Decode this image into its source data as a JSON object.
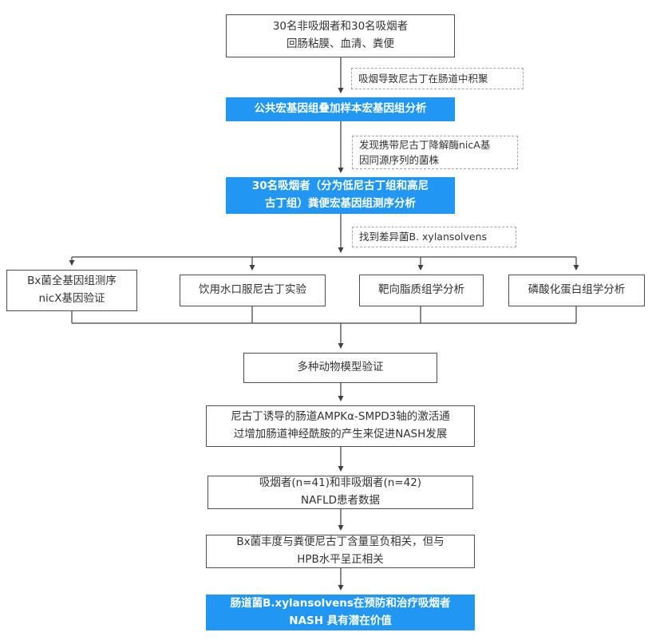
{
  "boxes": {
    "samples": {
      "lines": [
        "30名非吸烟者和30名吸烟者",
        "回肠粘膜、血清、粪便"
      ]
    },
    "public_metagenome": {
      "lines": [
        "公共宏基因组叠加样本宏基因组分析"
      ]
    },
    "smokers_sequencing": {
      "lines": [
        "30名吸烟者（分为低尼古丁组和高尼",
        "古丁组）粪便宏基因组测序分析"
      ]
    },
    "bx_genome": {
      "lines": [
        "Bx菌全基因组测序",
        "nicX基因验证"
      ]
    },
    "nicotine_water": {
      "lines": [
        "饮用水口服尼古丁实验"
      ]
    },
    "lipidomics": {
      "lines": [
        "靶向脂质组学分析"
      ]
    },
    "phosphoproteomics": {
      "lines": [
        "磷酸化蛋白组学分析"
      ]
    },
    "animal_models": {
      "lines": [
        "多种动物模型验证"
      ]
    },
    "mechanism": {
      "lines": [
        "尼古丁诱导的肠道AMPKα-SMPD3轴的激活通",
        "过增加肠道神经酰胺的产生来促进NASH发展"
      ]
    },
    "nafld_cohort": {
      "lines": [
        "吸烟者(n=41)和非吸烟者(n=42)",
        "NAFLD患者数据"
      ]
    },
    "correlation": {
      "lines": [
        "Bx菌丰度与粪便尼古丁含量呈负相关，但与",
        "HPB水平呈正相关"
      ]
    },
    "conclusion": {
      "lines": [
        "肠道菌B.xylansolvens在预防和治疗吸烟者",
        "NASH 具有潜在价值"
      ]
    }
  },
  "annotations": {
    "nicotine_accumulation": {
      "lines": [
        "吸烟导致尼古丁在肠道中积聚"
      ]
    },
    "nica_gene": {
      "lines": [
        "发现携带尼古丁降解酶nicA基",
        "因同源序列的菌株"
      ]
    },
    "diff_bacteria": {
      "lines": [
        "找到差异菌B. xylansolvens"
      ]
    }
  },
  "colors": {
    "accent_blue": "#2196F3",
    "box_border": "#4d4d4d",
    "dashed_border": "#a6a6a6",
    "connector": "#404040",
    "text_dark": "#333333"
  }
}
